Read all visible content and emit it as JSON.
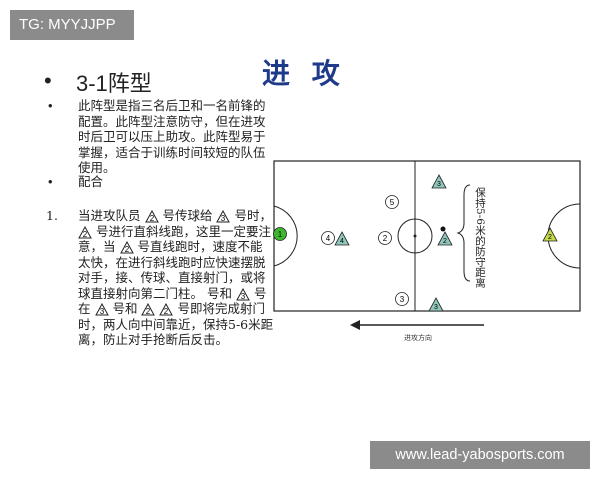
{
  "tag_badge": "TG: MYYJJPP",
  "title": "进 攻",
  "formation_heading": "3-1阵型",
  "bullets": {
    "dot": "•",
    "desc": "此阵型是指三名后卫和一名前锋的配置。此阵型注意防守，但在进攻时后卫可以压上助攻。此阵型易于掌握，适合于训练时间较短的队伍使用。",
    "coordination": "配合"
  },
  "numbered": {
    "number": "1.",
    "segments": [
      "当进攻队员",
      "号传球给",
      "号时，",
      "号进行直斜线跑，这里一定要注意，当",
      "号直线跑时，速度不能太快，在进行斜线跑时应快速摆脱对手，接、传球、直接射门，或将球直接射向第二门柱。 号和",
      "号在",
      "号和",
      "号即将完成射门时，两人向中间靠近，保持5-6米距离，防止对手抢断后反击。"
    ],
    "tri_labels": [
      "2",
      "3",
      "2",
      "2",
      "3",
      "3",
      "2",
      "2"
    ]
  },
  "diagram": {
    "attack_players": [
      "1",
      "4",
      "2",
      "5",
      "3"
    ],
    "defender_labels": [
      "3",
      "4",
      "2",
      "3",
      "2"
    ],
    "keeper_label": "1",
    "side_note": "保持5-6米的防守距离",
    "direction_label": "进攻方向"
  },
  "colors": {
    "title": "#1f3a8a",
    "keeper_green": "#3db82e",
    "defender_fill": "#8fc7bd",
    "keeper_tri": "#c7d94a"
  },
  "url_badge": "www.lead-yabosports.com"
}
